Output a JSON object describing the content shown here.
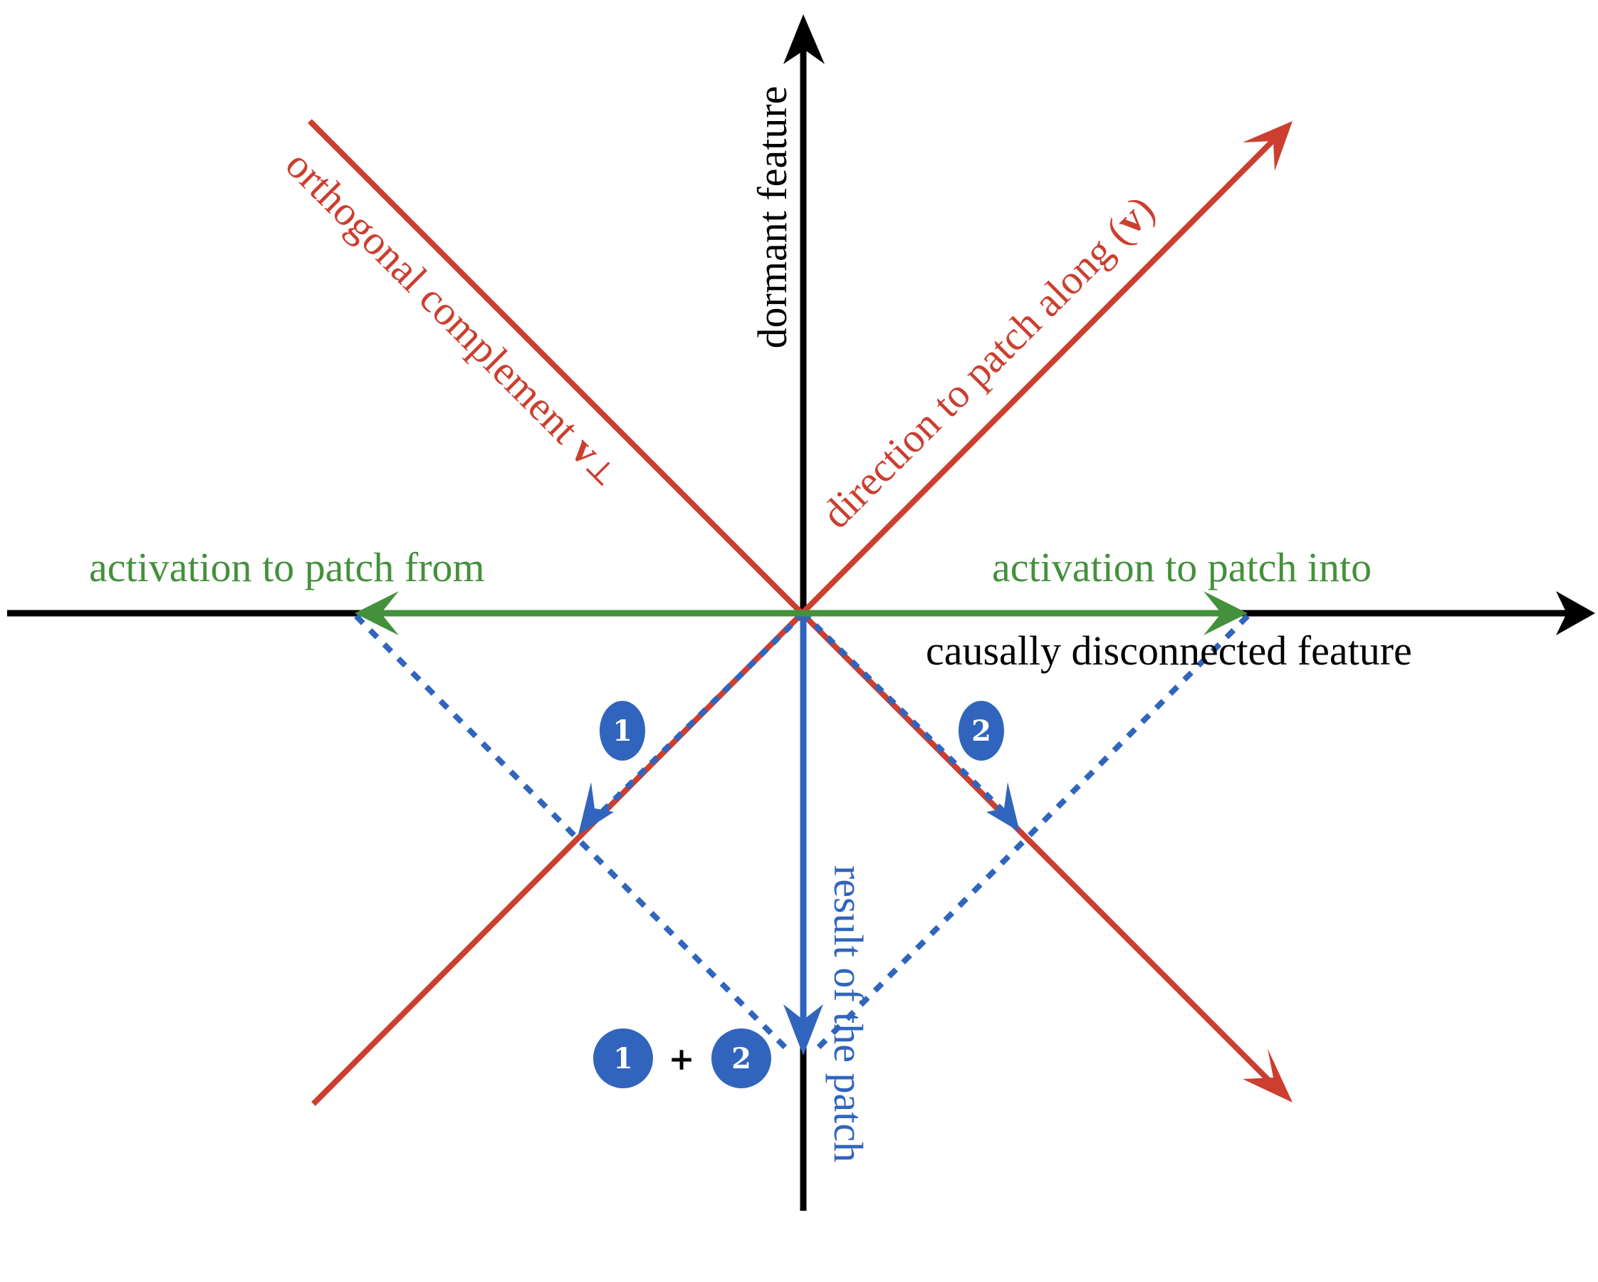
{
  "colors": {
    "axis": "#000000",
    "red": "#cc3e2f",
    "green": "#43913b",
    "blue": "#3165bd",
    "badge_text": "#ffffff",
    "background": "#ffffff"
  },
  "labels": {
    "dormant_feature": "dormant feature",
    "causally_disconnected_feature": "causally disconnected feature",
    "direction_to_patch_along": "direction to patch along (",
    "direction_symbol": "v",
    "direction_close": ")",
    "orthogonal_complement": "orthogonal complement ",
    "orthogonal_symbol": "v",
    "orthogonal_superscript": "⊥",
    "activation_from": "activation to patch from",
    "activation_into": "activation to patch into",
    "result": "result of the patch"
  },
  "badges": {
    "step1": "1",
    "step2": "2",
    "sum_left": "1",
    "sum_op": "+",
    "sum_right": "2"
  }
}
